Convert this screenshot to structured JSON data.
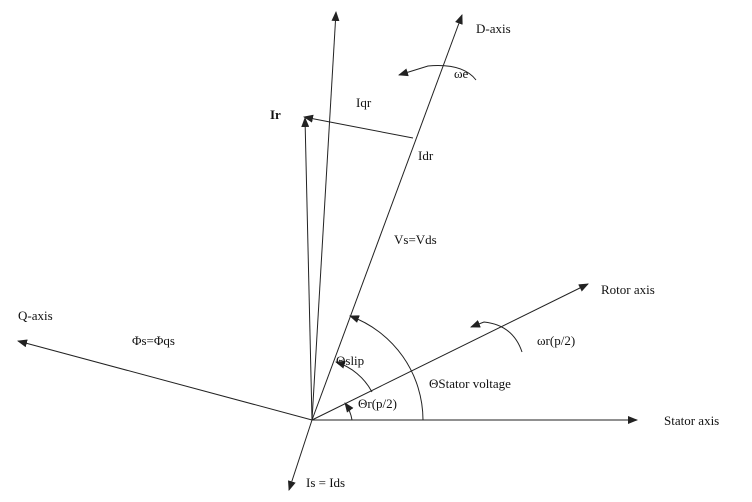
{
  "labels": {
    "d_axis": "D-axis",
    "omega_e": "ωe",
    "iqr": "Iqr",
    "ir": "Ir",
    "idr": "Idr",
    "vs_vds": "Vs=Vds",
    "q_axis": "Q-axis",
    "phi_s": "Φs=Φqs",
    "rotor_axis": "Rotor axis",
    "omega_r": "ωr(p/2)",
    "theta_slip": "Θslip",
    "theta_stator_voltage": "ΘStator voltage",
    "theta_r": "Θr(p/2)",
    "stator_axis": "Stator axis",
    "is_ids": "Is = Ids"
  },
  "colors": {
    "stroke": "#222222",
    "text": "#111111",
    "background": "#ffffff"
  }
}
